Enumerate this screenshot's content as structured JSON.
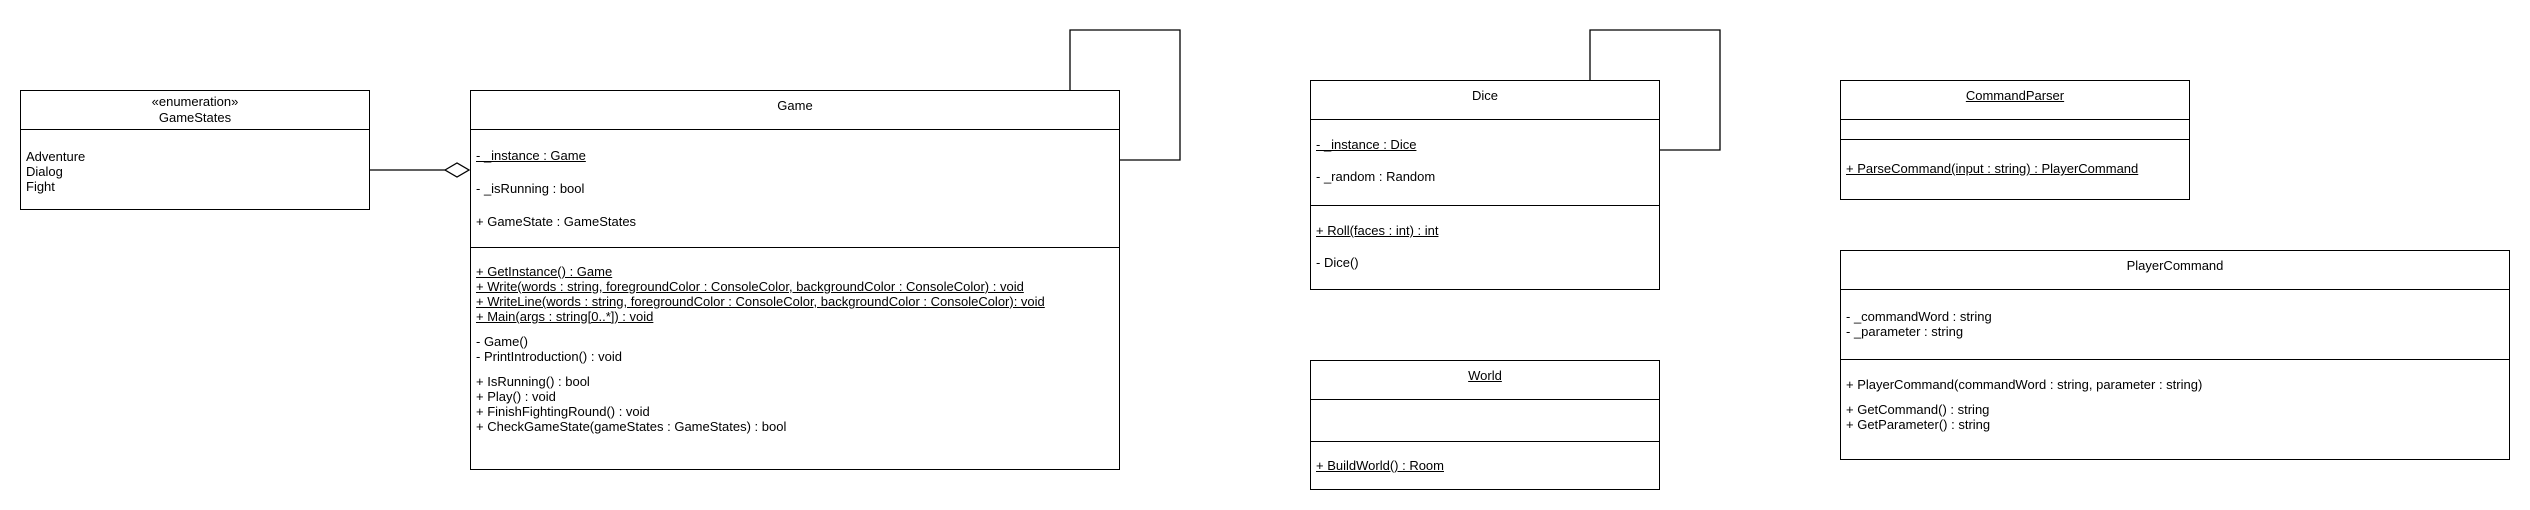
{
  "classes": {
    "gamestates": {
      "stereotype": "«enumeration»",
      "name": "GameStates",
      "literals": [
        "Adventure",
        "Dialog",
        "Fight"
      ]
    },
    "game": {
      "name": "Game",
      "attributes": [
        "- _instance : Game",
        "- _isRunning : bool",
        "+ GameState : GameStates"
      ],
      "ops_static": [
        "+ GetInstance() : Game",
        "+ Write(words : string, foregroundColor : ConsoleColor, backgroundColor : ConsoleColor) : void",
        "+ WriteLine(words : string, foregroundColor : ConsoleColor, backgroundColor : ConsoleColor): void",
        "+ Main(args : string[0..*]) : void"
      ],
      "ops_private": [
        "- Game()",
        "- PrintIntroduction() : void"
      ],
      "ops_public": [
        "+ IsRunning() : bool",
        "+ Play() : void",
        "+ FinishFightingRound() : void",
        "+ CheckGameState(gameStates : GameStates) : bool"
      ]
    },
    "dice": {
      "name": "Dice",
      "attributes": [
        "- _instance : Dice",
        "- _random : Random"
      ],
      "operations": [
        "+ Roll(faces : int) : int",
        "- Dice()"
      ]
    },
    "world": {
      "name": "World",
      "operations": [
        "+ BuildWorld() : Room"
      ]
    },
    "commandparser": {
      "name": "CommandParser",
      "operations": [
        "+ ParseCommand(input : string) : PlayerCommand"
      ]
    },
    "playercommand": {
      "name": "PlayerCommand",
      "attributes": [
        "- _commandWord : string",
        "- _parameter : string"
      ],
      "operations": [
        "+ PlayerCommand(commandWord : string, parameter : string)",
        "+ GetCommand() : string",
        "+ GetParameter() : string"
      ]
    }
  }
}
